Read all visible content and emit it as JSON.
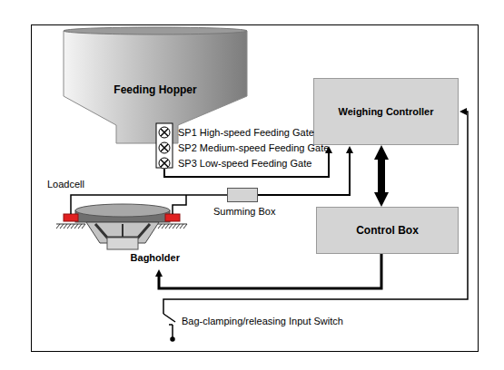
{
  "diagram": {
    "nodes": [
      {
        "text": [
          "Feeding Hopper"
        ]
      },
      {
        "text": [
          "Weighing Controller"
        ]
      },
      {
        "text": [
          "Control Box"
        ]
      },
      {
        "text": [
          "Summing Box"
        ]
      },
      {
        "text": [
          "Bagholder"
        ]
      },
      {
        "text": [
          "Bag-clamping/releasing Input Switch"
        ]
      }
    ],
    "edges": [
      {
        "from": 1,
        "to": 2,
        "arrow": "both"
      },
      {
        "from": 0,
        "to": 1,
        "arrow": "to"
      },
      {
        "from": 3,
        "to": 1,
        "arrow": "to"
      },
      {
        "from": 2,
        "to": 4,
        "arrow": "to"
      },
      {
        "from": 5,
        "to": 1,
        "arrow": "to"
      }
    ],
    "labels": [
      "SP1 High-speed Feeding Gate",
      "SP2 Medium-speed Feeding Gate",
      "SP3 Low-speed Feeding Gate",
      "Loadcell"
    ]
  }
}
